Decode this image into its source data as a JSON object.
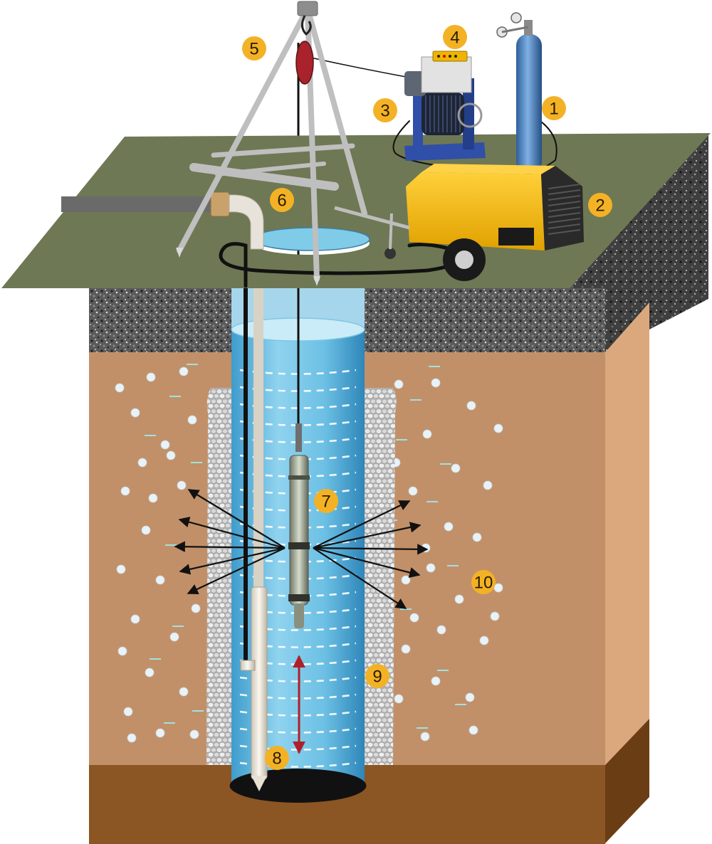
{
  "labels": [
    {
      "id": "compressed-gas-cylinder",
      "text": "1"
    },
    {
      "id": "air-compressor",
      "text": "2"
    },
    {
      "id": "cable-winch",
      "text": "3"
    },
    {
      "id": "control-box",
      "text": "4"
    },
    {
      "id": "tripod",
      "text": "5"
    },
    {
      "id": "well-head",
      "text": "6"
    },
    {
      "id": "pulse-tool",
      "text": "7"
    },
    {
      "id": "well-bottom",
      "text": "8"
    },
    {
      "id": "gravel-pack",
      "text": "9"
    },
    {
      "id": "aquifer",
      "text": "10"
    }
  ],
  "colors": {
    "badge": "#f3b226",
    "grass": "#6e7854",
    "soil": "#c29068",
    "soil_side": "#dba87d",
    "bedrock": "#8c5524",
    "water": "#74c3e3",
    "gravel": "#c9c9c9",
    "compressor": "#f0b400",
    "gas_cylinder": "#4d86c4",
    "winch": "#2f4fa8",
    "arrow_red": "#b0202a"
  }
}
